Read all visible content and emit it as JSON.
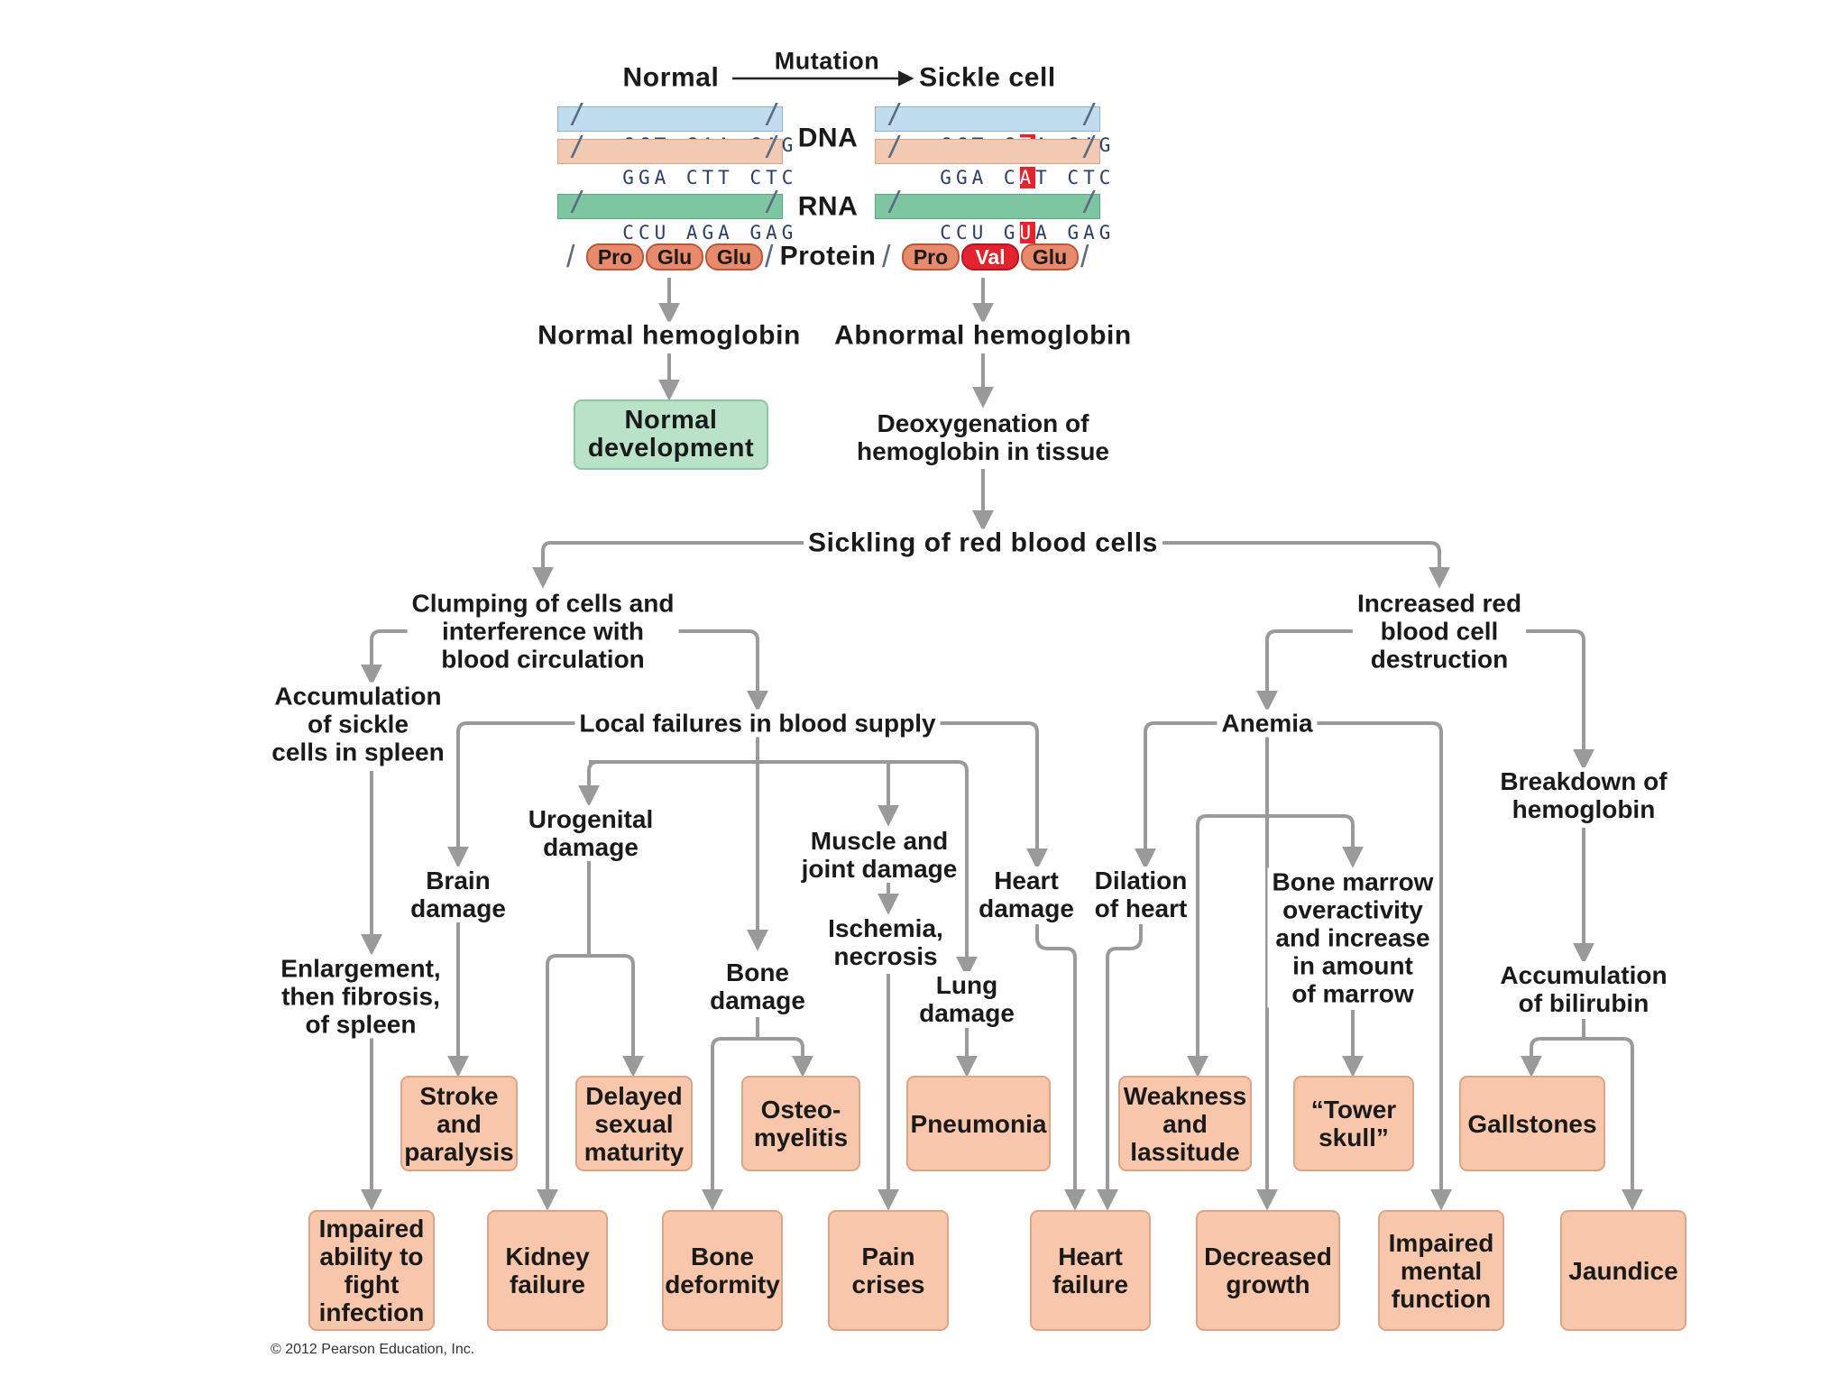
{
  "header": {
    "normal": "Normal",
    "mutation": "Mutation",
    "sickle": "Sickle cell",
    "dna": "DNA",
    "rna": "RNA",
    "protein": "Protein"
  },
  "sequences": {
    "normal_dna_top": "CCT GAA GAG",
    "normal_dna_bottom": "GGA CTT CTC",
    "normal_rna": "CCU AGA GAG",
    "sickle_dna_top_pre": "CCT G",
    "sickle_dna_top_mut": "T",
    "sickle_dna_top_post": "A GAG",
    "sickle_dna_bottom_pre": "GGA C",
    "sickle_dna_bottom_mut": "A",
    "sickle_dna_bottom_post": "T CTC",
    "sickle_rna_pre": "CCU G",
    "sickle_rna_mut": "U",
    "sickle_rna_post": "A GAG"
  },
  "protein": {
    "normal": [
      "Pro",
      "Glu",
      "Glu"
    ],
    "sickle": [
      "Pro",
      "Val",
      "Glu"
    ]
  },
  "labels": {
    "normal_hemoglobin": "Normal hemoglobin",
    "abnormal_hemoglobin": "Abnormal hemoglobin",
    "normal_development": "Normal\ndevelopment",
    "deoxygenation": "Deoxygenation of\nhemoglobin in tissue",
    "sickling": "Sickling of red blood cells",
    "clumping": "Clumping of cells and\ninterference with\nblood circulation",
    "increased_destruction": "Increased red\nblood cell\ndestruction",
    "accumulation_spleen": "Accumulation\nof sickle\ncells in spleen",
    "local_failures": "Local failures in blood supply",
    "anemia": "Anemia",
    "breakdown": "Breakdown of\nhemoglobin",
    "urogenital": "Urogenital\ndamage",
    "muscle_joint": "Muscle and\njoint damage",
    "brain_damage": "Brain\ndamage",
    "heart_damage": "Heart\ndamage",
    "dilation": "Dilation\nof heart",
    "bone_marrow": "Bone marrow\noveractivity\nand increase\nin amount\nof marrow",
    "ischemia": "Ischemia,\nnecrosis",
    "enlargement": "Enlargement,\nthen fibrosis,\nof spleen",
    "bone_damage": "Bone\ndamage",
    "lung_damage": "Lung\ndamage",
    "accumulation_bilirubin": "Accumulation\nof bilirubin"
  },
  "outcomes": {
    "stroke": "Stroke\nand\nparalysis",
    "delayed": "Delayed\nsexual\nmaturity",
    "osteo": "Osteo-\nmyelitis",
    "pneumonia": "Pneumonia",
    "weakness": "Weakness\nand\nlassitude",
    "tower": "“Tower\nskull”",
    "gallstones": "Gallstones",
    "impaired_infection": "Impaired\nability to\nfight\ninfection",
    "kidney": "Kidney\nfailure",
    "bone_deformity": "Bone\ndeformity",
    "pain": "Pain\ncrises",
    "heart_failure": "Heart\nfailure",
    "decreased_growth": "Decreased\ngrowth",
    "impaired_mental": "Impaired\nmental\nfunction",
    "jaundice": "Jaundice"
  },
  "copyright": "© 2012 Pearson Education, Inc.",
  "colors": {
    "outcome_box": "#f7c6ab",
    "normal_box": "#b9e2c9",
    "dna_blue": "#c0dcee",
    "dna_peach": "#f2c9b3",
    "rna_green": "#7ec6a1",
    "mutation_red": "#e3232e",
    "arrow": "#9a9a9a"
  }
}
